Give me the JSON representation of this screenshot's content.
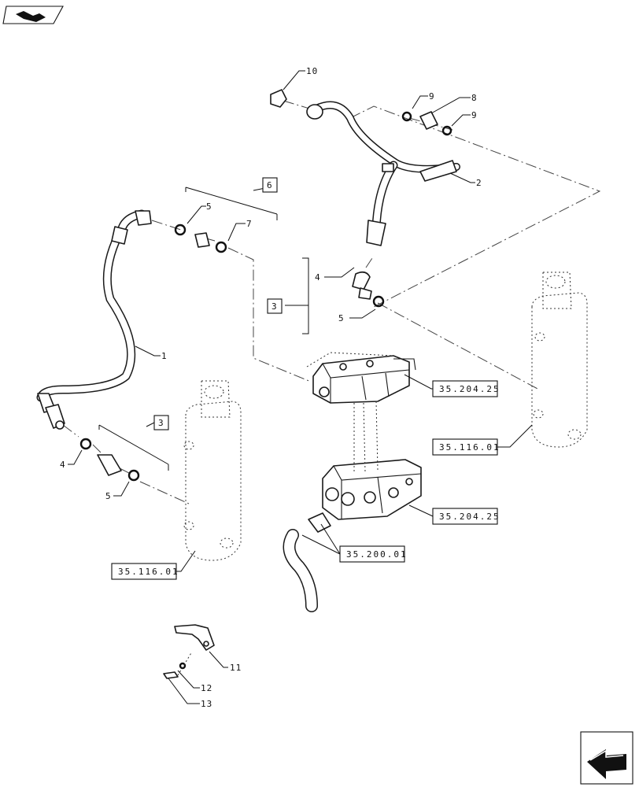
{
  "callouts": {
    "c1": "1",
    "c2": "2",
    "c3a": "3",
    "c3b": "3",
    "c4a": "4",
    "c4b": "4",
    "c5a": "5",
    "c5b": "5",
    "c5c": "5",
    "c6": "6",
    "c7": "7",
    "c8": "8",
    "c9a": "9",
    "c9b": "9",
    "c10": "10",
    "c11": "11",
    "c12": "12",
    "c13": "13"
  },
  "refs": {
    "valve_top": "35.204.25",
    "valve_bottom": "35.204.25",
    "cyl_right": "35.116.01",
    "cyl_left": "35.116.01",
    "fitting": "35.200.01"
  },
  "icons": {
    "top_left": "book-navigation-icon",
    "bottom_right": "next-page-arrow-icon"
  }
}
